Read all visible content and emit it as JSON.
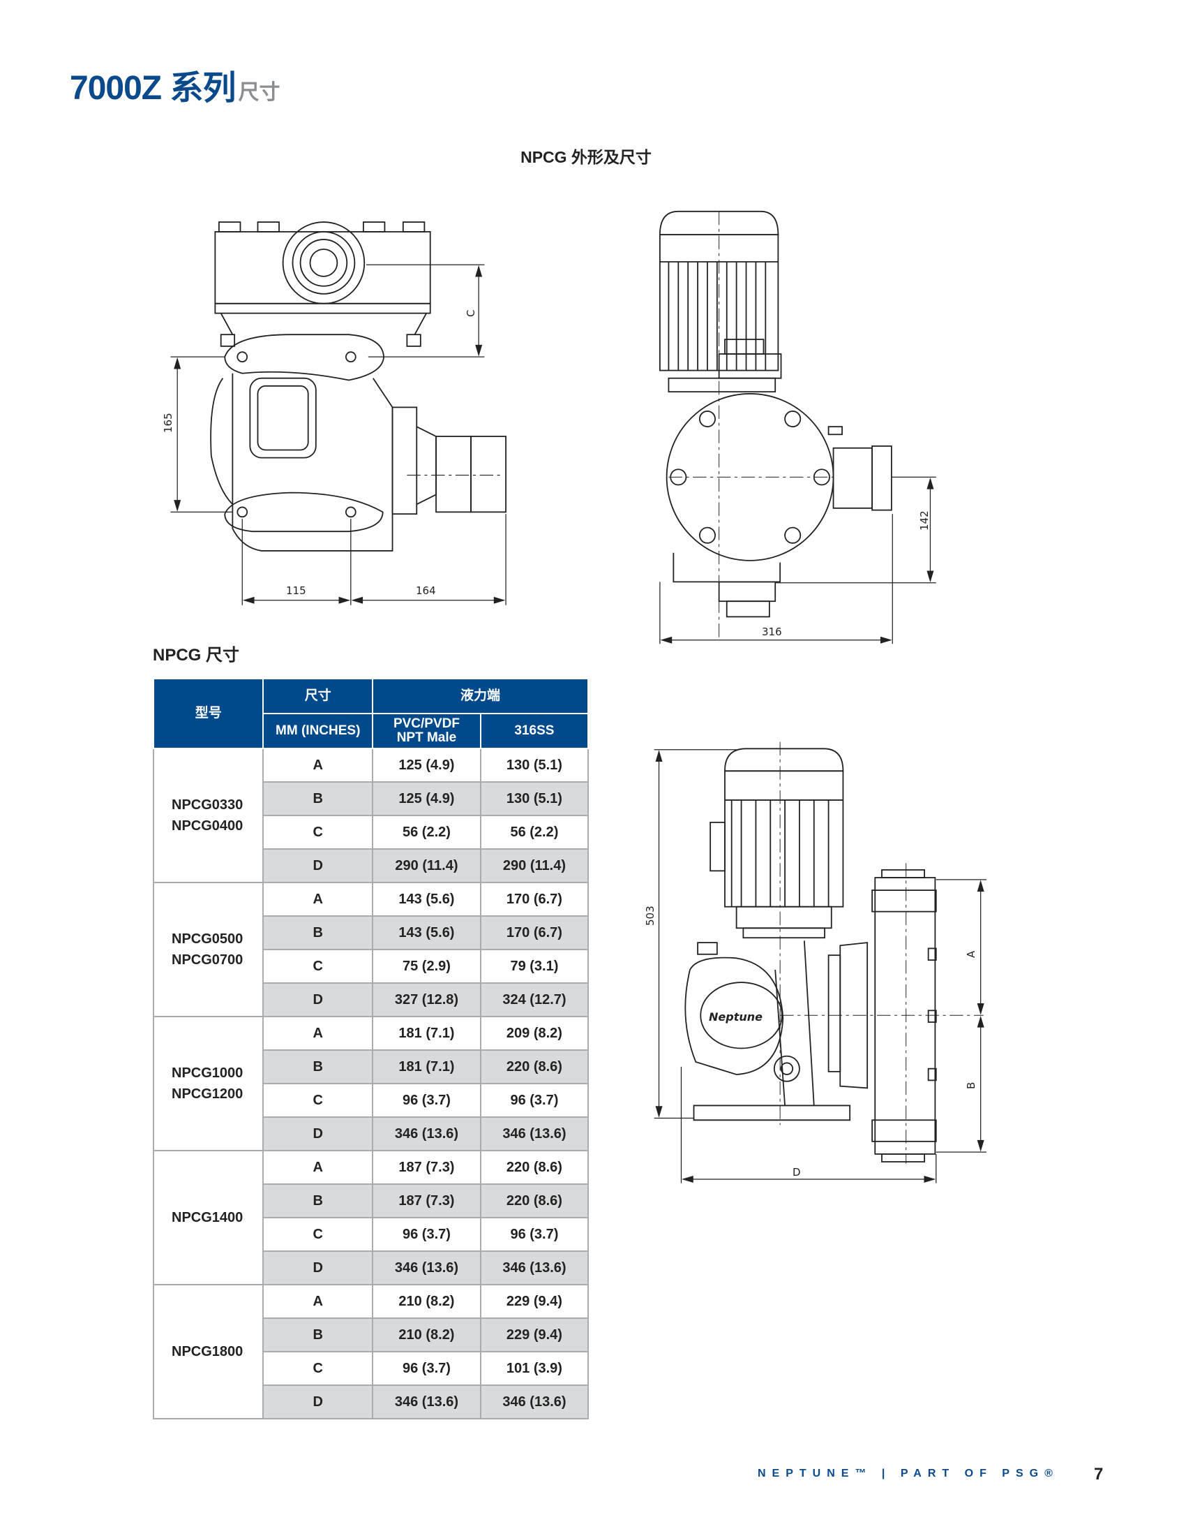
{
  "header": {
    "title": "7000Z 系列",
    "subtitle": "尺寸"
  },
  "figure": {
    "title": "NPCG 外形及尺寸",
    "dims": {
      "d165": "165",
      "d115": "115",
      "d164": "164",
      "dC": "C",
      "d316": "316",
      "d142": "142",
      "d503": "503",
      "dA": "A",
      "dB": "B",
      "dD": "D"
    },
    "logo_text": "Neptune"
  },
  "table": {
    "title": "NPCG 尺寸",
    "headers": {
      "model": "型号",
      "size": "尺寸",
      "liquid_end": "液力端",
      "unit": "MM (INCHES)",
      "pvc_line1": "PVC/PVDF",
      "pvc_line2": "NPT Male",
      "ss": "316SS"
    },
    "groups": [
      {
        "model_line1": "NPCG0330",
        "model_line2": "NPCG0400",
        "rows": [
          {
            "dim": "A",
            "pvc": "125 (4.9)",
            "ss": "130 (5.1)"
          },
          {
            "dim": "B",
            "pvc": "125 (4.9)",
            "ss": "130 (5.1)"
          },
          {
            "dim": "C",
            "pvc": "56 (2.2)",
            "ss": "56 (2.2)"
          },
          {
            "dim": "D",
            "pvc": "290 (11.4)",
            "ss": "290 (11.4)"
          }
        ]
      },
      {
        "model_line1": "NPCG0500",
        "model_line2": "NPCG0700",
        "rows": [
          {
            "dim": "A",
            "pvc": "143 (5.6)",
            "ss": "170 (6.7)"
          },
          {
            "dim": "B",
            "pvc": "143 (5.6)",
            "ss": "170 (6.7)"
          },
          {
            "dim": "C",
            "pvc": "75 (2.9)",
            "ss": "79 (3.1)"
          },
          {
            "dim": "D",
            "pvc": "327 (12.8)",
            "ss": "324 (12.7)"
          }
        ]
      },
      {
        "model_line1": "NPCG1000",
        "model_line2": "NPCG1200",
        "rows": [
          {
            "dim": "A",
            "pvc": "181 (7.1)",
            "ss": "209 (8.2)"
          },
          {
            "dim": "B",
            "pvc": "181 (7.1)",
            "ss": "220 (8.6)"
          },
          {
            "dim": "C",
            "pvc": "96 (3.7)",
            "ss": "96 (3.7)"
          },
          {
            "dim": "D",
            "pvc": "346 (13.6)",
            "ss": "346 (13.6)"
          }
        ]
      },
      {
        "model_line1": "NPCG1400",
        "model_line2": "",
        "rows": [
          {
            "dim": "A",
            "pvc": "187 (7.3)",
            "ss": "220 (8.6)"
          },
          {
            "dim": "B",
            "pvc": "187 (7.3)",
            "ss": "220 (8.6)"
          },
          {
            "dim": "C",
            "pvc": "96 (3.7)",
            "ss": "96 (3.7)"
          },
          {
            "dim": "D",
            "pvc": "346 (13.6)",
            "ss": "346 (13.6)"
          }
        ]
      },
      {
        "model_line1": "NPCG1800",
        "model_line2": "",
        "rows": [
          {
            "dim": "A",
            "pvc": "210 (8.2)",
            "ss": "229 (9.4)"
          },
          {
            "dim": "B",
            "pvc": "210 (8.2)",
            "ss": "229 (9.4)"
          },
          {
            "dim": "C",
            "pvc": "96 (3.7)",
            "ss": "101 (3.9)"
          },
          {
            "dim": "D",
            "pvc": "346 (13.6)",
            "ss": "346 (13.6)"
          }
        ]
      }
    ]
  },
  "footer": {
    "brand": "NEPTUNE™ | PART OF PSG®",
    "page": "7"
  },
  "colors": {
    "brand_blue": "#004a8c",
    "row_shade": "#d9dadc"
  }
}
